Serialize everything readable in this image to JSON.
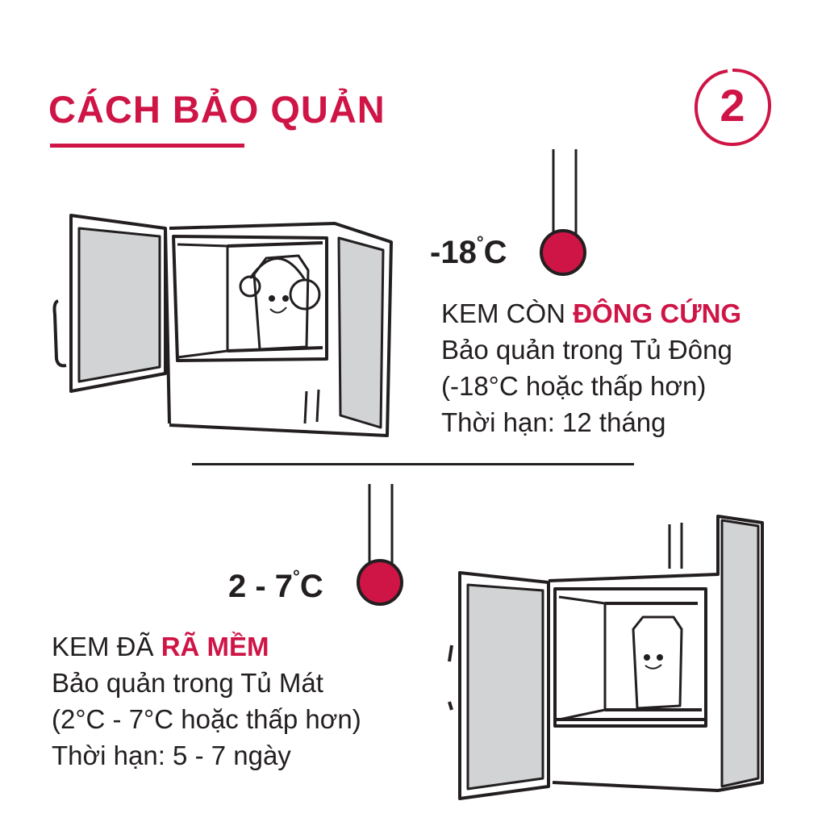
{
  "title": "CÁCH BẢO QUẢN",
  "step_number": "2",
  "accent_color": "#cf1446",
  "freezer": {
    "temperature": "-18",
    "degree_symbol": "°",
    "unit": "C",
    "heading_prefix": "KEM CÒN ",
    "heading_highlight": "ĐÔNG CỨNG",
    "lines": [
      "Bảo quản trong Tủ Đông",
      "(-18°C hoặc thấp hơn)",
      "Thời hạn: 12 tháng"
    ]
  },
  "fridge": {
    "temperature": "2 - 7",
    "degree_symbol": "°",
    "unit": "C",
    "heading_prefix": "KEM ĐÃ ",
    "heading_highlight": "RÃ MỀM",
    "lines": [
      "Bảo quản trong Tủ Mát",
      "(2°C - 7°C hoặc thấp hơn)",
      "Thời hạn: 5 - 7 ngày"
    ]
  }
}
